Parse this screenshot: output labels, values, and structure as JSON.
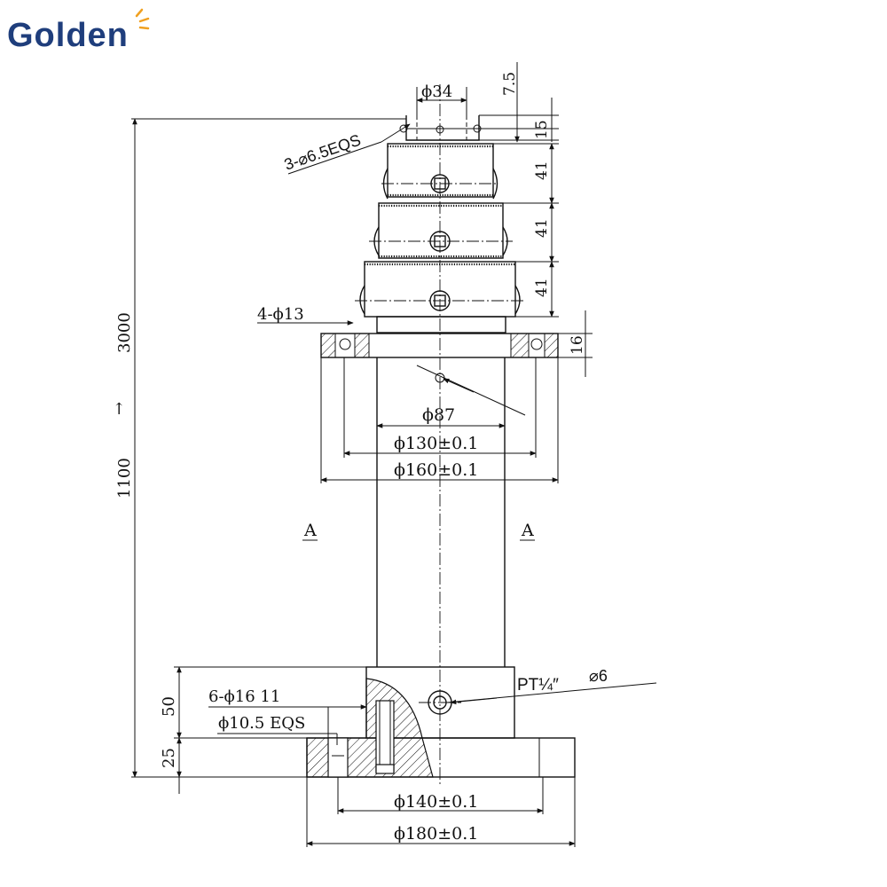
{
  "logo": {
    "text": "Golden",
    "primary_color": "#1f3e7c",
    "accent_color": "#f0a020"
  },
  "labels": {
    "d34": "ϕ34",
    "d7_5": "7.5",
    "d15": "15",
    "holes_top": "3-⌀6.5EQS",
    "d41a": "41",
    "d41b": "41",
    "d41c": "41",
    "holes_flange": "4-ϕ13",
    "d16": "16",
    "len3000": "3000",
    "len1100": "1100",
    "arrow": "→",
    "d87": "ϕ87",
    "d130": "ϕ130±0.1",
    "d160": "ϕ160±0.1",
    "sectionA_left": "A",
    "sectionA_right": "A",
    "d50": "50",
    "d25": "25",
    "holes_base": "6-ϕ16  11",
    "holes_base2": "ϕ10.5 EQS",
    "port": "PT¼″",
    "port_d": "⌀6",
    "d140": "ϕ140±0.1",
    "d180": "ϕ180±0.1"
  }
}
